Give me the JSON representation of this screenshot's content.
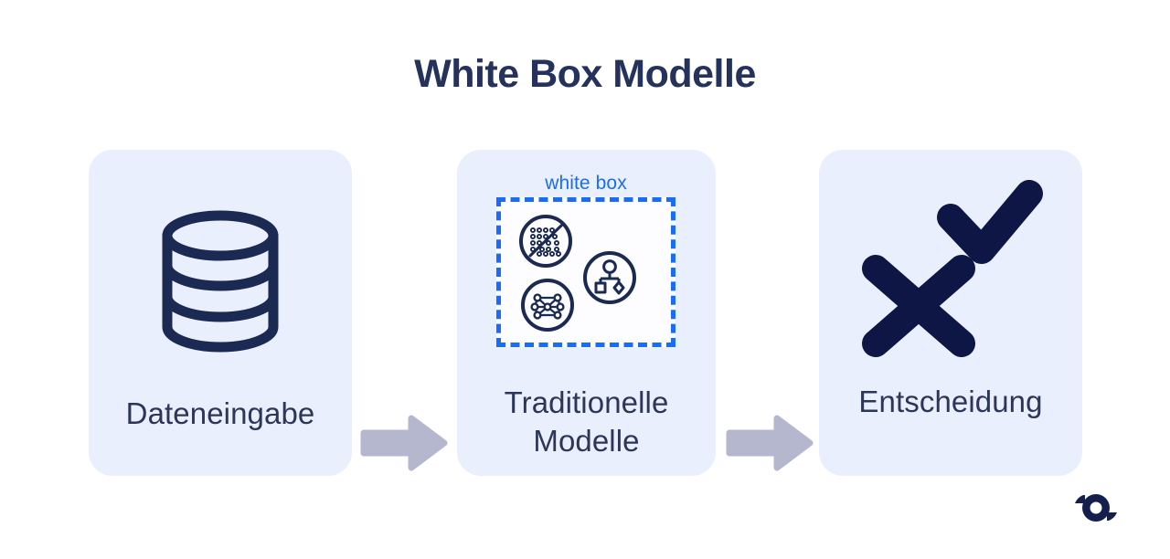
{
  "page": {
    "title": "White Box Modelle",
    "background": "#ffffff",
    "title_color": "#24325c"
  },
  "theme": {
    "navy": "#141f4e",
    "navy_text": "#2b3659",
    "title_navy": "#24325c",
    "card_bg": "#e9effc",
    "accent_blue": "#1b6cf5",
    "arrow_gray": "#b4b7cd",
    "whitebox_fill": "#fdfdff"
  },
  "flow": {
    "steps": [
      {
        "id": "input",
        "label": "Dateneingabe",
        "icon": "database-icon"
      },
      {
        "id": "models",
        "label": "Traditionelle\nModelle",
        "label_line1": "Traditionelle",
        "label_line2": "Modelle",
        "whitebox_caption": "white box",
        "mini_icons": [
          {
            "id": "scatter",
            "icon": "scatter-plot-icon"
          },
          {
            "id": "tree",
            "icon": "decision-tree-icon"
          },
          {
            "id": "network",
            "icon": "neural-network-icon"
          }
        ]
      },
      {
        "id": "decision",
        "label": "Entscheidung",
        "icons": [
          "cross-mark-icon",
          "check-mark-icon"
        ]
      }
    ],
    "connectors": [
      {
        "id": "arrow-1",
        "icon": "arrow-right-icon"
      },
      {
        "id": "arrow-2",
        "icon": "arrow-right-icon"
      }
    ]
  },
  "branding": {
    "logo": "brand-logo-icon"
  }
}
